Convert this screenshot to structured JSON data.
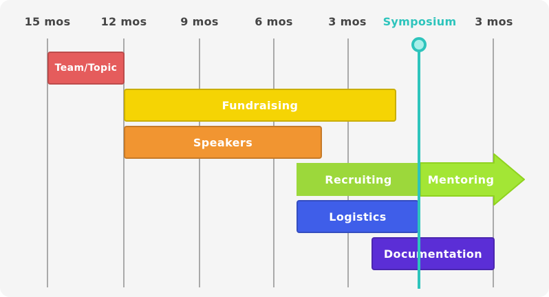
{
  "timeline": {
    "ticks": [
      "15 mos",
      "12 mos",
      "9 mos",
      "6 mos",
      "3 mos",
      "Symposium",
      "3 mos"
    ],
    "milestone_color": "#2ec4bc"
  },
  "tasks": {
    "team_topic": {
      "label": "Team/Topic",
      "color": "#e55c5c"
    },
    "fundraising": {
      "label": "Fundraising",
      "color": "#f5d404"
    },
    "speakers": {
      "label": "Speakers",
      "color": "#f19531"
    },
    "recruiting": {
      "label": "Recruiting",
      "color": "#9cd83b"
    },
    "mentoring": {
      "label": "Mentoring",
      "color": "#a3e635"
    },
    "logistics": {
      "label": "Logistics",
      "color": "#3f5ee9"
    },
    "documentation": {
      "label": "Documentation",
      "color": "#5b2ed6"
    }
  }
}
